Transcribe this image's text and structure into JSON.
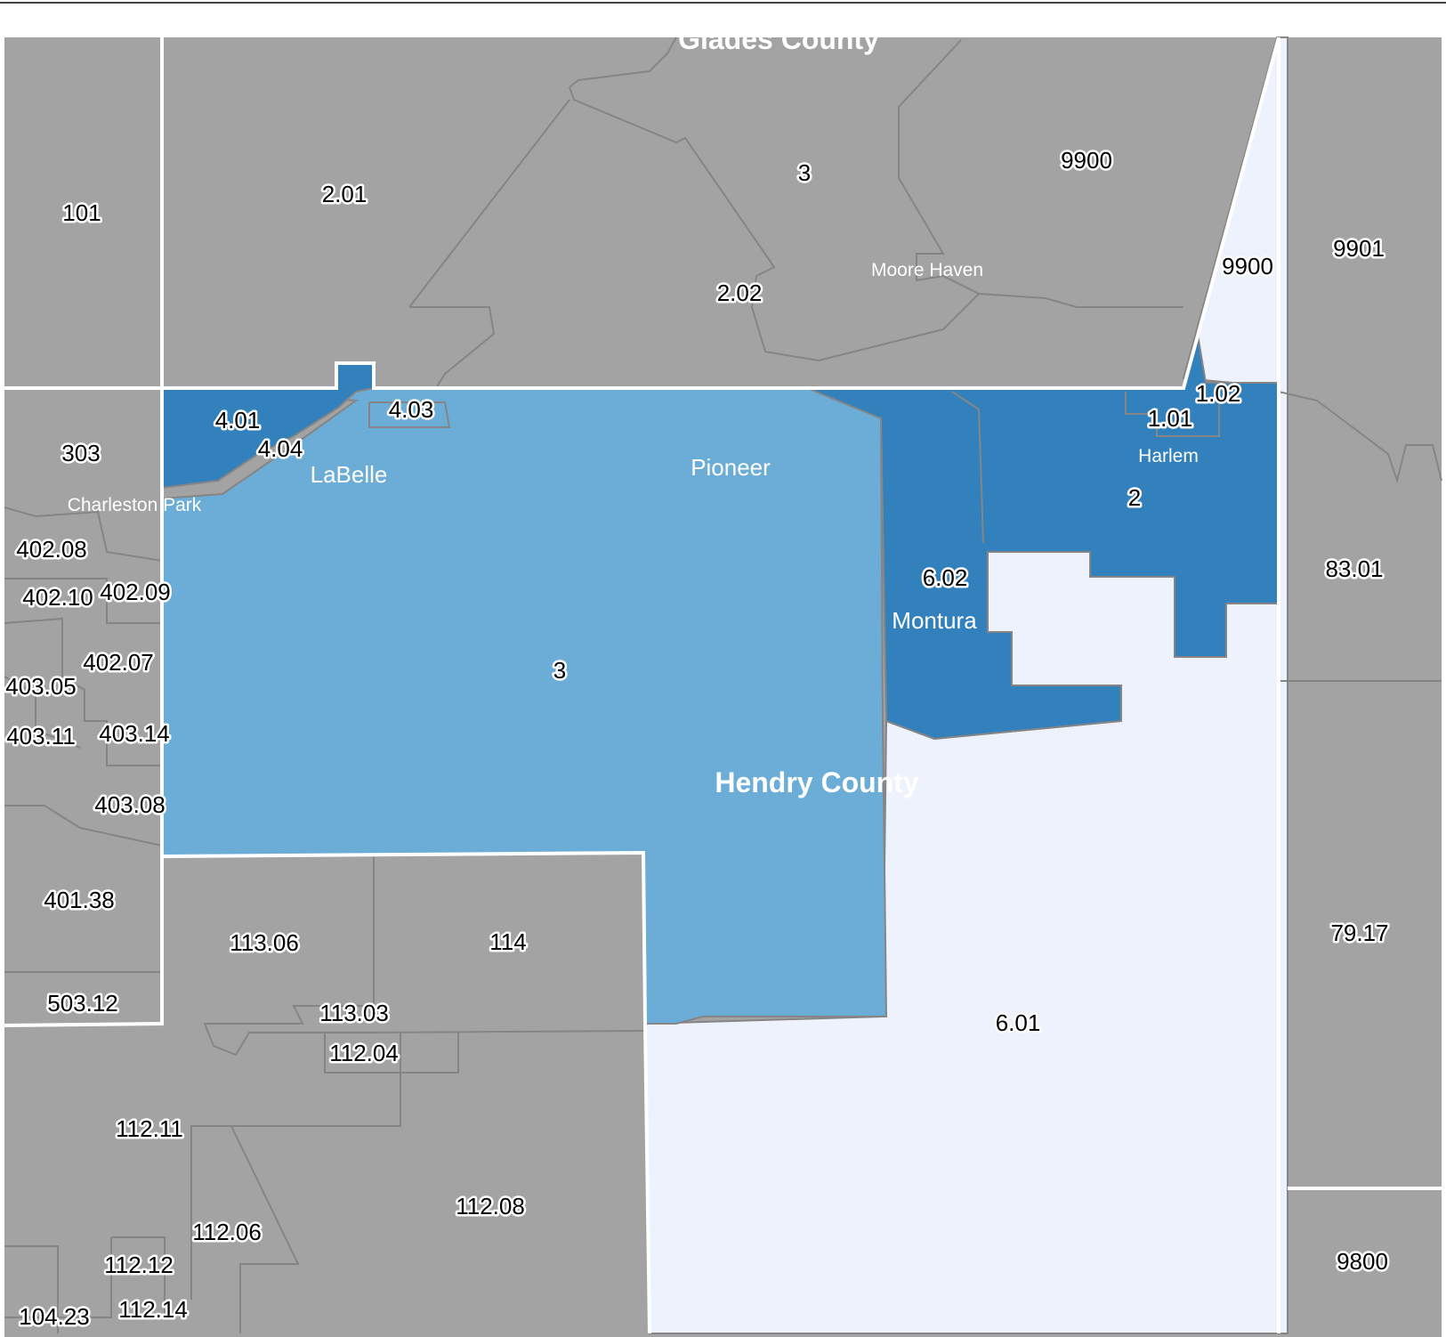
{
  "colors": {
    "background": "#ffffff",
    "outside_county": "#a3a3a3",
    "class_dark": "#3281bd",
    "class_medium": "#6badd6",
    "class_light": "#eef2fd",
    "county_boundary": "#ffffff",
    "tract_boundary": "#858585"
  },
  "counties": {
    "glades": "Glades County",
    "hendry": "Hendry County"
  },
  "places": {
    "labelle": "LaBelle",
    "pioneer": "Pioneer",
    "moore_haven": "Moore Haven",
    "charleston_park": "Charleston Park",
    "harlem": "Harlem",
    "montura": "Montura"
  },
  "tracts": {
    "t101": "101",
    "t201": "2.01",
    "t3_glades": "3",
    "t9900_a": "9900",
    "t202": "2.02",
    "t9901": "9901",
    "t9900_b": "9900",
    "t401": "4.01",
    "t403": "4.03",
    "t404": "4.04",
    "t303": "303",
    "t102": "1.02",
    "t101_hendry": "1.01",
    "t2": "2",
    "t8301": "83.01",
    "t40208": "402.08",
    "t40210": "402.10",
    "t40209": "402.09",
    "t602": "6.02",
    "t3_hendry": "3",
    "t40207": "402.07",
    "t40305": "403.05",
    "t40311": "403.11",
    "t40314": "403.14",
    "t40308": "403.08",
    "t40138": "401.38",
    "t7917": "79.17",
    "t11306": "113.06",
    "t114": "114",
    "t50312": "503.12",
    "t11303": "113.03",
    "t601": "6.01",
    "t11204": "112.04",
    "t11211": "112.11",
    "t11208": "112.08",
    "t11206": "112.06",
    "t9800": "9800",
    "t11212": "112.12",
    "t11214": "112.14",
    "t10423": "104.23"
  }
}
